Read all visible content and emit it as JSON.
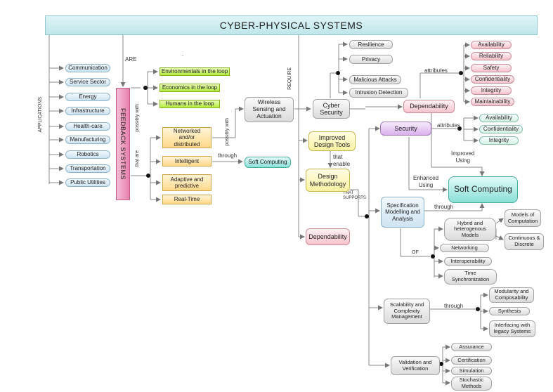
{
  "title": "CYBER-PHYSICAL SYSTEMS",
  "labels": {
    "are": "ARE",
    "applications": "APPLICATIONS",
    "require": "REQUIRE",
    "possibly_with_1": "possibly with",
    "that_are": "that are",
    "possibly_with_2": "possibly with",
    "through_1": "through",
    "attributes_1": "attributes",
    "attributes_2": "attributes",
    "that_enable": "that\nenable",
    "that_supports": "THAT\nSUPPORTS",
    "improved_using": "Improved\nUsing",
    "enhanced_using": "Enhanced\nUsing",
    "through_2": "through",
    "of": "OF",
    "through_3": "through"
  },
  "applications": [
    "Communication",
    "Service Sector",
    "Energy",
    "Infrastructure",
    "Health-care",
    "Manufacturing",
    "Robotics",
    "Transportation",
    "Public Utilities"
  ],
  "feedback": "FEEDBACK SYSTEMS",
  "loops": [
    "Environmentals in the loop",
    "Economics in the loop",
    "Humans in the loop"
  ],
  "that_are_items": [
    "Networked\nand/or\ndistributed",
    "Intelligent",
    "Adaptive and\npredictive",
    "Real-Time"
  ],
  "soft_computing_small": "Soft Computing",
  "wireless": "Wireless\nSensing and\nActuation",
  "cyber_branches": [
    "Resilience",
    "Privacy",
    "Malicious Attacks",
    "Intrusion Detection"
  ],
  "cyber_security": "Cyber\nSecurity",
  "dependability_attrs": [
    "Availability",
    "Reliability",
    "Safety",
    "Confidentiality",
    "Integrity",
    "Maintainability"
  ],
  "dependability": "Dependability",
  "security": "Security",
  "security_attrs": [
    "Availability",
    "Confidentiality",
    "Integrity"
  ],
  "improved_design_tools": "Improved\nDesign Tools",
  "design_methodology": "Design\nMethodology",
  "dependability_left": "Dependability",
  "soft_computing_big": "Soft Computing",
  "specification": "Specification\nModelling and\nAnalysis",
  "hybrid": "Hybrid and\nheterogenous\nModels",
  "models_of_computation": "Models of\nComputation",
  "continuous_discrete": "Continuous &\nDiscrete",
  "spec_items": [
    "Networking",
    "Interoperability",
    "Time\nSynchronization"
  ],
  "scalability": "Scalability and\nComplexity\nManagement",
  "scalability_items": [
    "Modularity and\nComposability",
    "Synthesis",
    "Interfacing with\nlegacy Systems"
  ],
  "validation": "Validation and\nVerification",
  "validation_items": [
    "Assurance",
    "Certification",
    "Simulation",
    "Stochastic\nMethods"
  ],
  "unlabeled_mark": "."
}
